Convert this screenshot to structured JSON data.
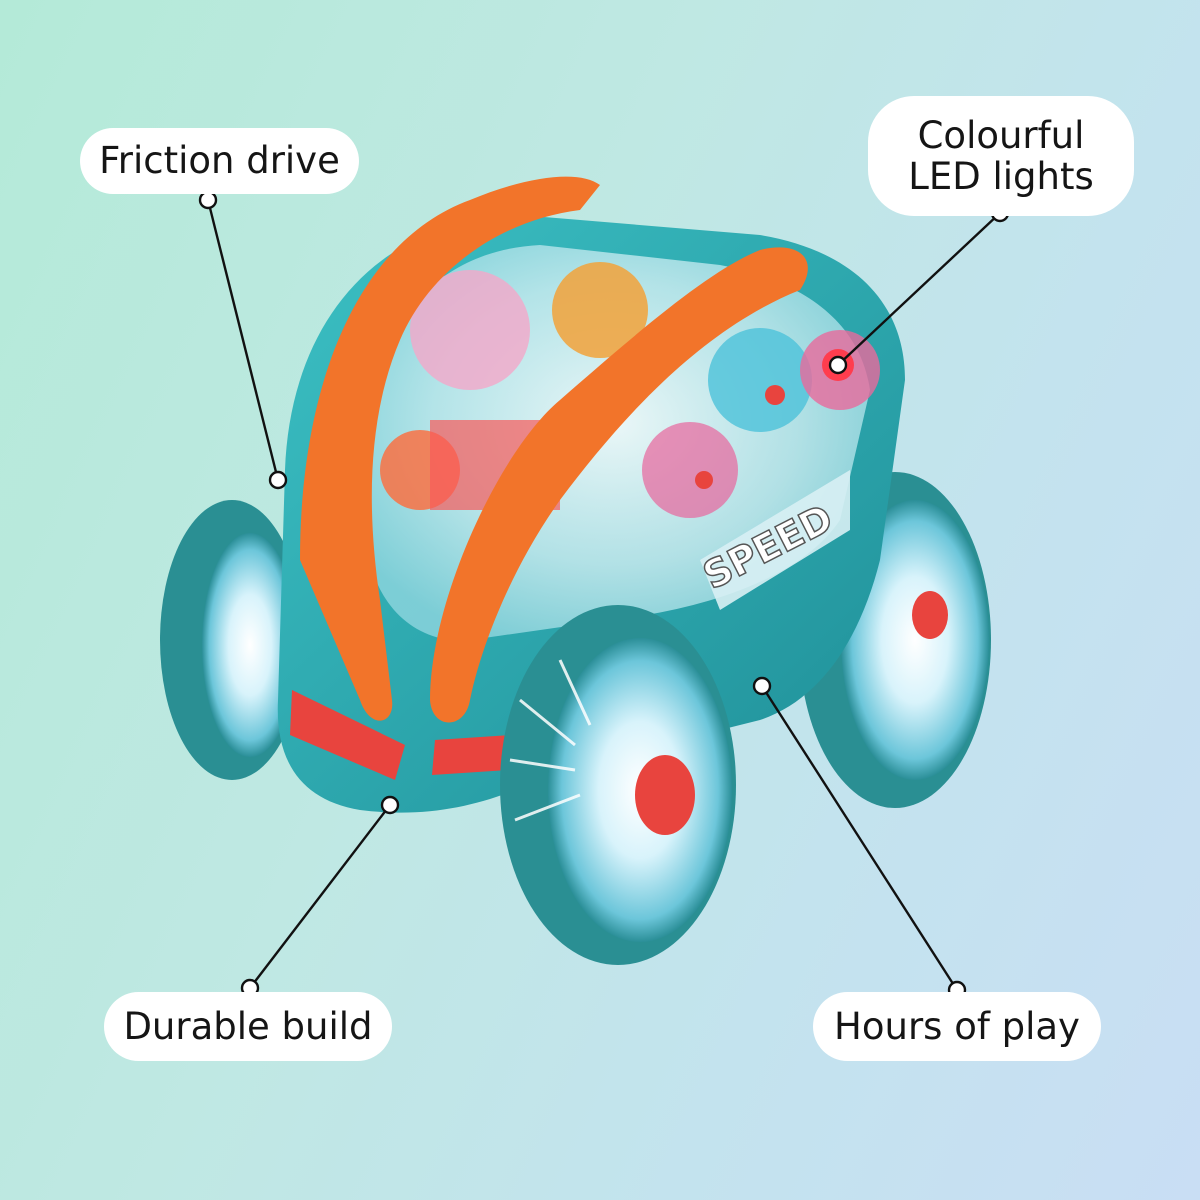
{
  "callouts": {
    "friction_drive": "Friction drive",
    "colourful_led_lights": "Colourful\nLED lights",
    "durable_build": "Durable build",
    "hours_of_play": "Hours of play"
  },
  "toy": {
    "body_label": "SPEED",
    "body_color": "#2aa9b0",
    "stripe_color": "#f2742a",
    "light_color": "#e8443e"
  }
}
